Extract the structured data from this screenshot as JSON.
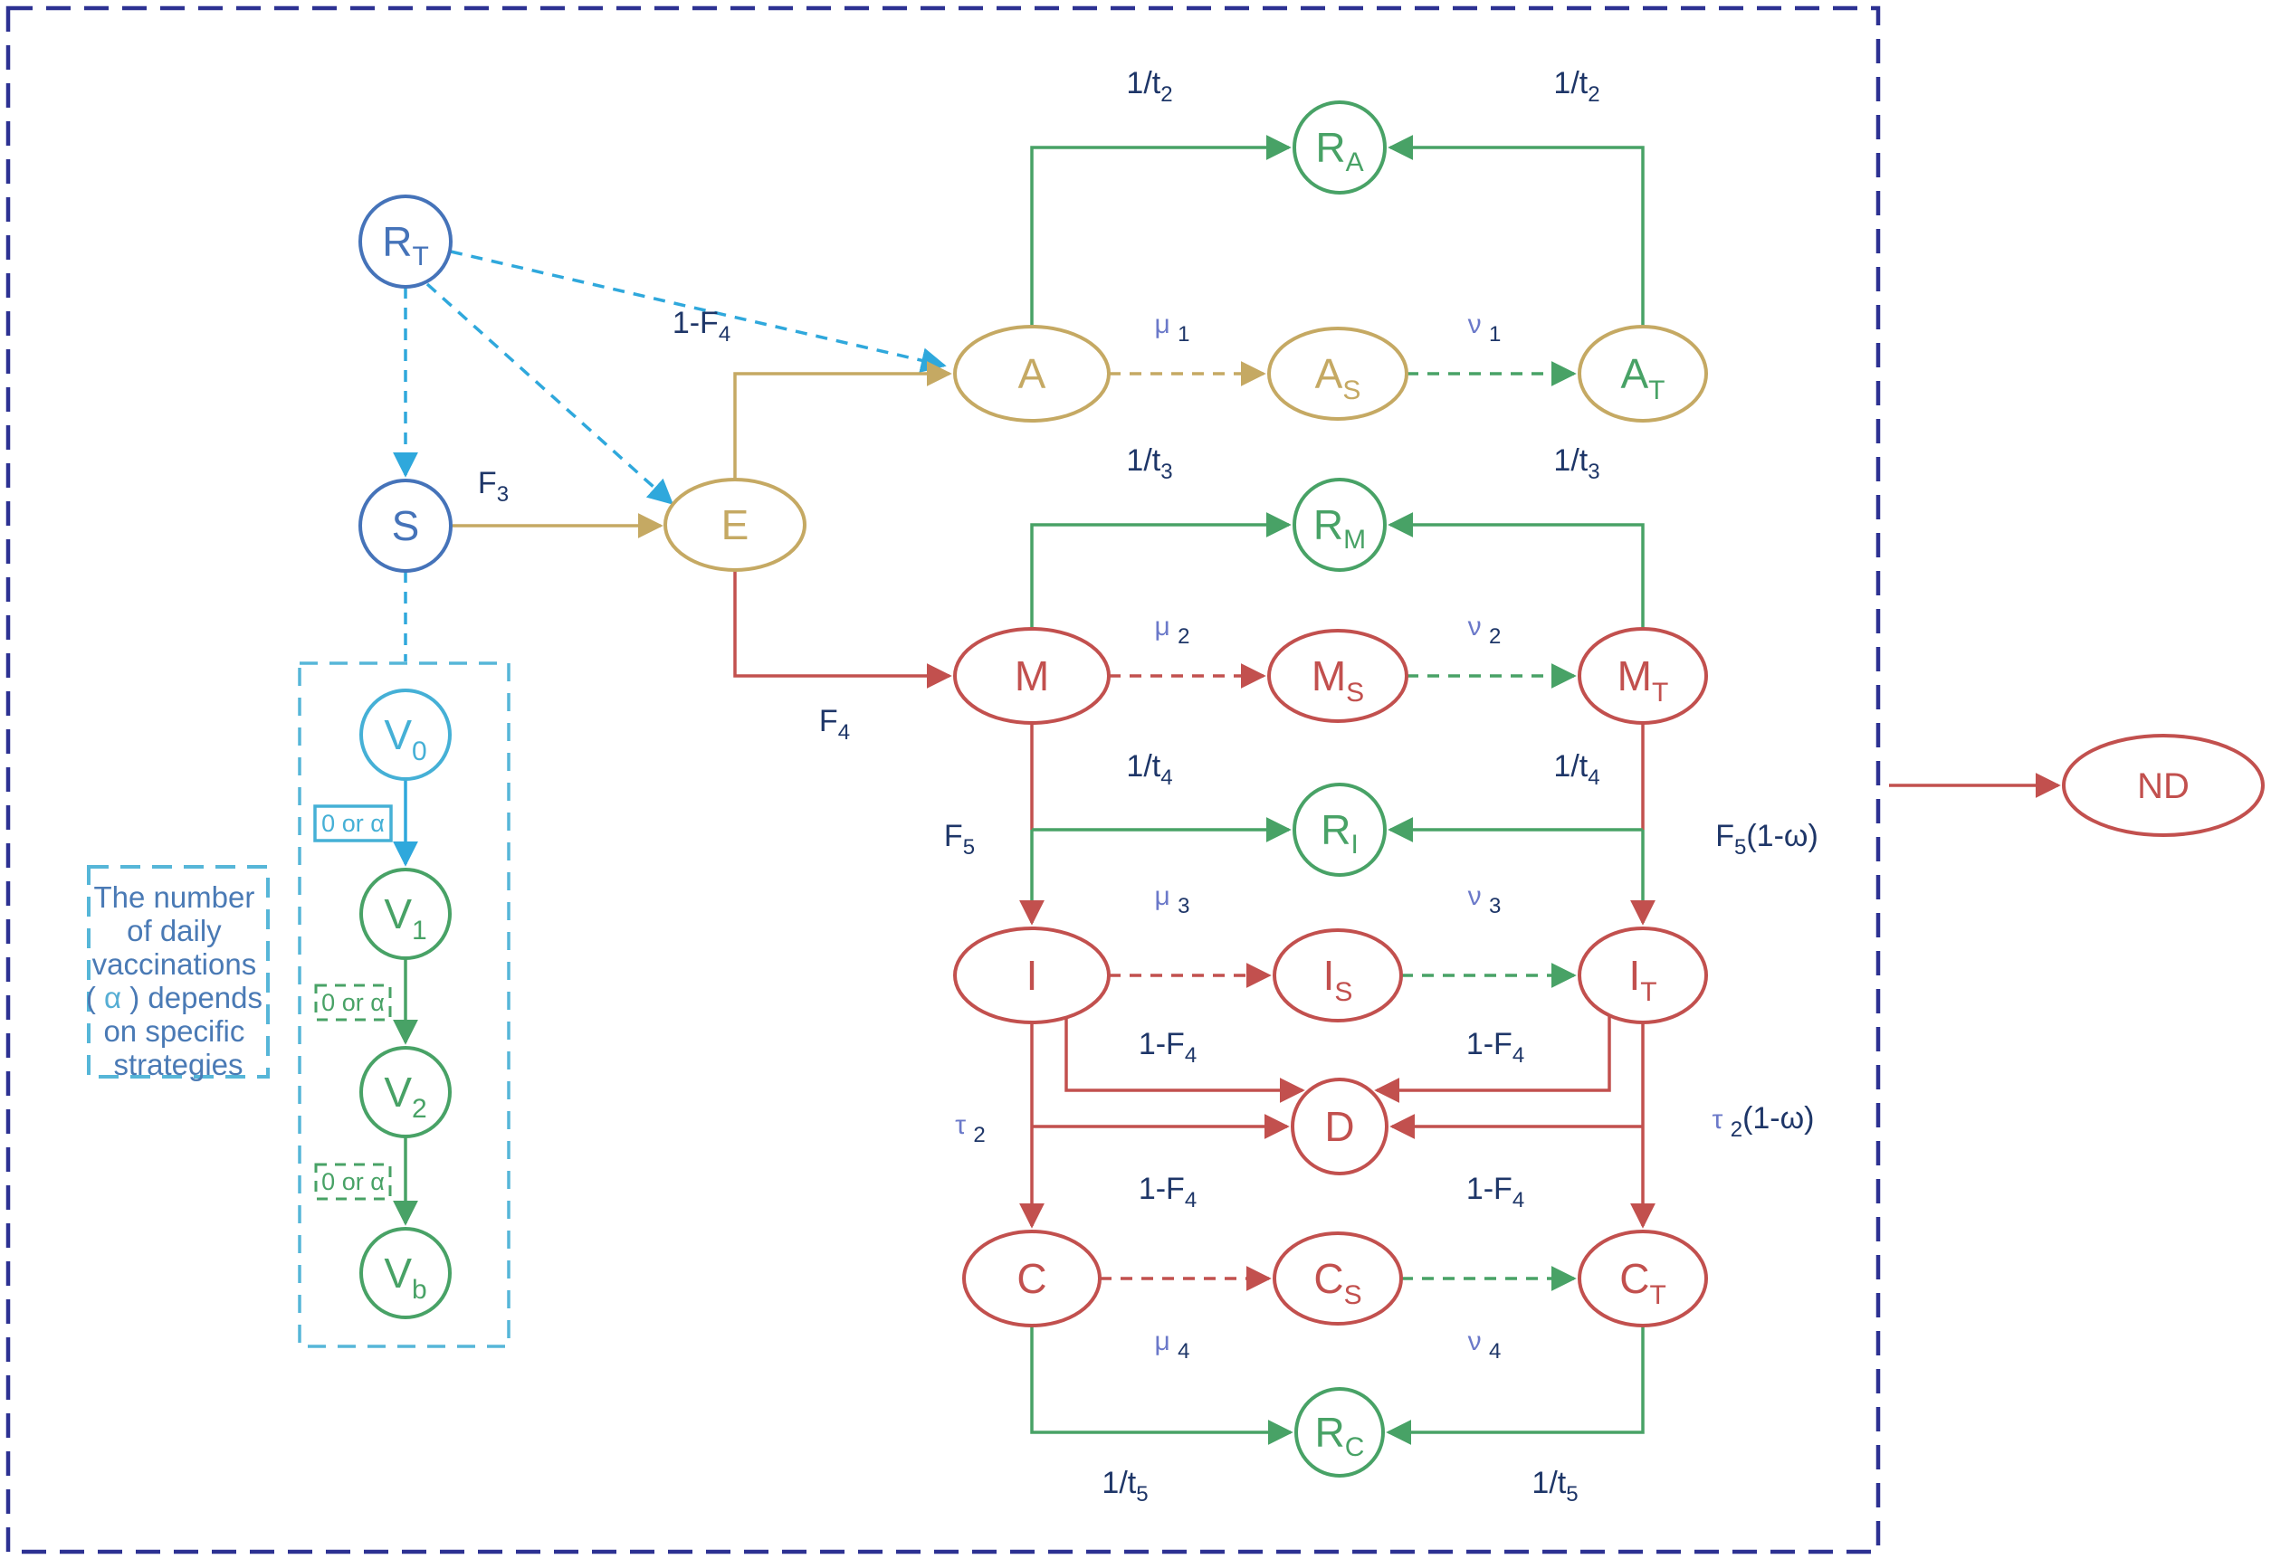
{
  "diagram": {
    "type": "compartmental epidemic model flow diagram"
  },
  "colors": {
    "blue": "#4573B9",
    "cyan_arrow": "#2FA8DC",
    "cyan_node": "#45B0D6",
    "tan": "#C5A963",
    "red": "#C2504E",
    "green": "#48A266",
    "navy_border": "#2C3192",
    "label_navy": "#1E3668",
    "greek_purple": "#6B79C9",
    "note_text_blue": "#4A7AB5"
  },
  "nodes": {
    "RT": {
      "base": "R",
      "sub": "T"
    },
    "S": {
      "base": "S",
      "sub": ""
    },
    "E": {
      "base": "E",
      "sub": ""
    },
    "A": {
      "base": "A",
      "sub": ""
    },
    "AS": {
      "base": "A",
      "sub": "S"
    },
    "AT": {
      "base": "A",
      "sub": "T"
    },
    "RA": {
      "base": "R",
      "sub": "A"
    },
    "M": {
      "base": "M",
      "sub": ""
    },
    "MS": {
      "base": "M",
      "sub": "S"
    },
    "MT": {
      "base": "M",
      "sub": "T"
    },
    "RM": {
      "base": "R",
      "sub": "M"
    },
    "RI": {
      "base": "R",
      "sub": "I"
    },
    "I": {
      "base": "I",
      "sub": ""
    },
    "IS": {
      "base": "I",
      "sub": "S"
    },
    "IT": {
      "base": "I",
      "sub": "T"
    },
    "D": {
      "base": "D",
      "sub": ""
    },
    "C": {
      "base": "C",
      "sub": ""
    },
    "CS": {
      "base": "C",
      "sub": "S"
    },
    "CT": {
      "base": "C",
      "sub": "T"
    },
    "RC": {
      "base": "R",
      "sub": "C"
    },
    "ND": {
      "base": "ND",
      "sub": ""
    },
    "V0": {
      "base": "V",
      "sub": "0"
    },
    "V1": {
      "base": "V",
      "sub": "1"
    },
    "V2": {
      "base": "V",
      "sub": "2"
    },
    "Vb": {
      "base": "V",
      "sub": "b"
    }
  },
  "labels": {
    "f3": {
      "pre": "F",
      "sub": "3",
      "post": ""
    },
    "one_minus_f4": {
      "pre": "1-F",
      "sub": "4",
      "post": ""
    },
    "f4": {
      "pre": "F",
      "sub": "4",
      "post": ""
    },
    "f5": {
      "pre": "F",
      "sub": "5",
      "post": ""
    },
    "f5_omega": {
      "pre": "F",
      "sub": "5",
      "post": "(1-ω)"
    },
    "inv_t2": {
      "pre": "1/t",
      "sub": "2",
      "post": ""
    },
    "inv_t3": {
      "pre": "1/t",
      "sub": "3",
      "post": ""
    },
    "inv_t4": {
      "pre": "1/t",
      "sub": "4",
      "post": ""
    },
    "inv_t5": {
      "pre": "1/t",
      "sub": "5",
      "post": ""
    },
    "mu1": {
      "pre": "μ ",
      "sub": "1",
      "post": ""
    },
    "mu2": {
      "pre": "μ ",
      "sub": "2",
      "post": ""
    },
    "mu3": {
      "pre": "μ ",
      "sub": "3",
      "post": ""
    },
    "mu4": {
      "pre": "μ ",
      "sub": "4",
      "post": ""
    },
    "nu1": {
      "pre": "ν ",
      "sub": "1",
      "post": ""
    },
    "nu2": {
      "pre": "ν ",
      "sub": "2",
      "post": ""
    },
    "nu3": {
      "pre": "ν ",
      "sub": "3",
      "post": ""
    },
    "nu4": {
      "pre": "ν ",
      "sub": "4",
      "post": ""
    },
    "tau2": {
      "pre": "τ ",
      "sub": "2",
      "post": ""
    },
    "tau2_omega": {
      "pre": "τ ",
      "sub": "2",
      "post": "(1-ω)"
    }
  },
  "vaccination": {
    "rate_label": "0 or α"
  },
  "note": {
    "line1": "The number",
    "line2": "of daily",
    "line3": "vaccinations",
    "line4_pre": "( ",
    "line4_alpha": "α",
    "line4_post": " ) depends",
    "line5": "on specific",
    "line6": "strategies"
  }
}
